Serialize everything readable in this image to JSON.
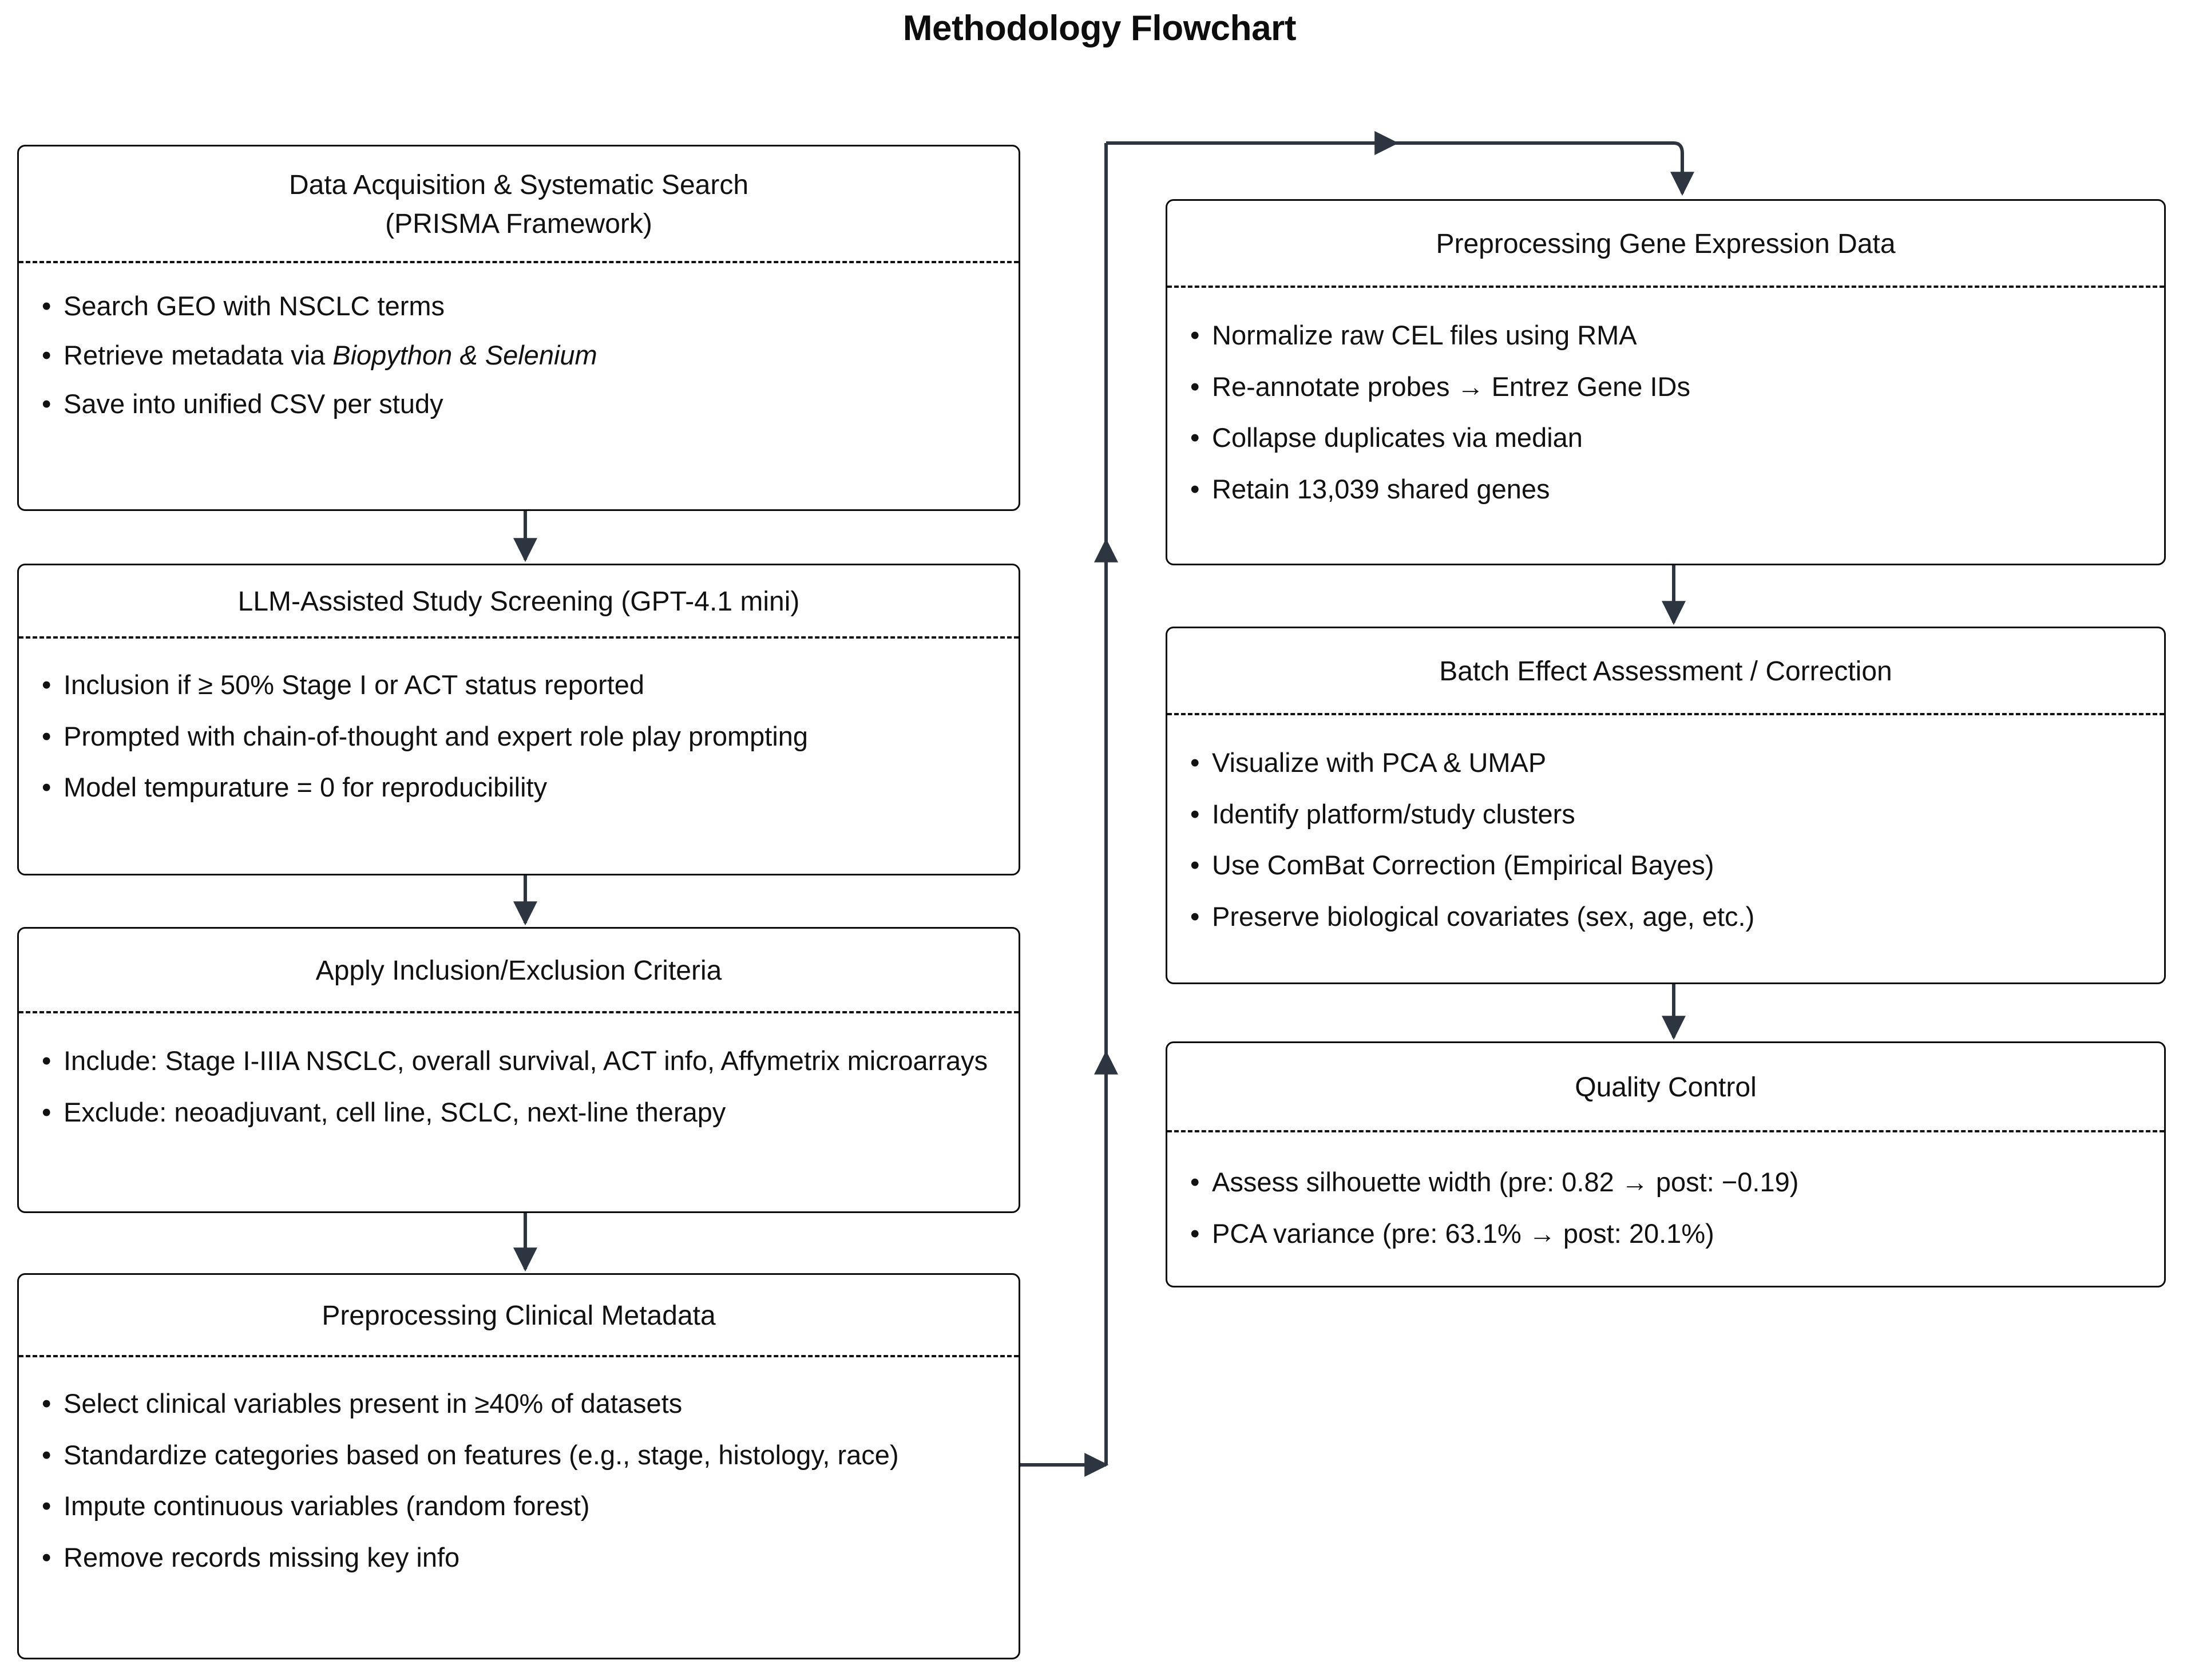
{
  "title": "Methodology Flowchart",
  "theme": {
    "background": "#ffffff",
    "box_border": "#0b0b0b",
    "text": "#111111",
    "connector": "#2d3640"
  },
  "nodes": [
    {
      "id": "data-acquisition",
      "title_lines": [
        "Data Acquisition & Systematic Search",
        "(PRISMA Framework)"
      ],
      "bullets": [
        "Search GEO with NSCLC terms",
        "Retrieve metadata via Biopython & Selenium",
        "Save into unified CSV per study"
      ],
      "bullets_html": [
        "Search GEO with NSCLC terms",
        "Retrieve metadata via <em>Biopython &amp; Selenium</em>",
        "Save into unified CSV per study"
      ]
    },
    {
      "id": "llm-screening",
      "title_lines": [
        "LLM-Assisted Study Screening (GPT-4.1 mini)"
      ],
      "bullets": [
        "Inclusion if ≥ 50% Stage I or ACT status reported",
        "Prompted with chain-of-thought and expert role play prompting",
        "Model tempurature = 0 for reproducibility"
      ]
    },
    {
      "id": "inclusion-criteria",
      "title_lines": [
        "Apply Inclusion/Exclusion Criteria"
      ],
      "bullets": [
        "Include: Stage I-IIIA NSCLC, overall survival, ACT info, Affymetrix microarrays",
        "Exclude: neoadjuvant, cell line, SCLC, next-line therapy"
      ]
    },
    {
      "id": "clinical-metadata",
      "title_lines": [
        "Preprocessing Clinical Metadata"
      ],
      "bullets": [
        "Select clinical variables present in ≥40% of datasets",
        "Standardize categories based on features (e.g., stage, histology, race)",
        "Impute continuous variables (random forest)",
        "Remove records missing key info"
      ]
    },
    {
      "id": "gene-preprocessing",
      "title_lines": [
        "Preprocessing Gene Expression Data"
      ],
      "bullets": [
        "Normalize raw CEL files using RMA",
        "Re-annotate probes → Entrez Gene IDs",
        "Collapse duplicates via median",
        "Retain 13,039 shared genes"
      ]
    },
    {
      "id": "batch-effect",
      "title_lines": [
        "Batch Effect Assessment / Correction"
      ],
      "bullets": [
        "Visualize with PCA & UMAP",
        "Identify platform/study clusters",
        "Use ComBat Correction (Empirical Bayes)",
        "Preserve biological covariates (sex, age, etc.)"
      ]
    },
    {
      "id": "quality-control",
      "title_lines": [
        "Quality Control"
      ],
      "bullets": [
        "Assess silhouette width (pre: 0.82 → post: −0.19)",
        "PCA variance (pre: 63.1% → post: 20.1%)"
      ]
    }
  ],
  "connectors": [
    {
      "id": "data-acquisition-to-llm-screening",
      "kind": "arrow-down"
    },
    {
      "id": "llm-screening-to-inclusion-criteria",
      "kind": "arrow-down"
    },
    {
      "id": "inclusion-criteria-to-clinical-metadata",
      "kind": "arrow-down"
    },
    {
      "id": "clinical-metadata-to-gene-preprocessing",
      "kind": "elbow-right-up-right-down"
    },
    {
      "id": "gene-preprocessing-to-batch-effect",
      "kind": "arrow-down"
    },
    {
      "id": "batch-effect-to-quality-control",
      "kind": "arrow-down"
    }
  ]
}
